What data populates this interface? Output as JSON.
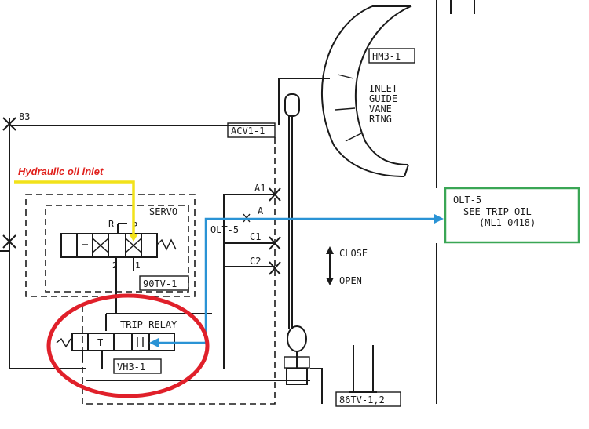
{
  "labels": {
    "node_83": "83",
    "hm3": "HM3-1",
    "inlet_line1": "INLET",
    "inlet_line2": "GUIDE",
    "inlet_line3": "VANE",
    "inlet_line4": "RING",
    "acv1": "ACV1-1",
    "servo": "SERVO",
    "r_port": "R",
    "p_port": "P",
    "port_2": "2",
    "port_1": "1",
    "tv90": "90TV-1",
    "a1": "A1",
    "a": "A",
    "olt5_left": "OLT-5",
    "c1": "C1",
    "c2": "C2",
    "close": "CLOSE",
    "open": "OPEN",
    "trip_relay": "TRIP RELAY",
    "t_port": "T",
    "vh3": "VH3-1",
    "tv86": "86TV-1,2",
    "olt5_right": "OLT-5",
    "see_trip_oil": "SEE TRIP OIL",
    "ml_ref": "(ML1 0418)"
  },
  "annotations": {
    "hydraulic_inlet": "Hydraulic oil inlet",
    "hydraulic_inlet_color": "#e0201c",
    "oil_path_color": "#f2e21a",
    "trip_path_color": "#2a93d5",
    "trip_relay_circle_color": "#e0202a",
    "olt_box_color": "#3aa655"
  }
}
